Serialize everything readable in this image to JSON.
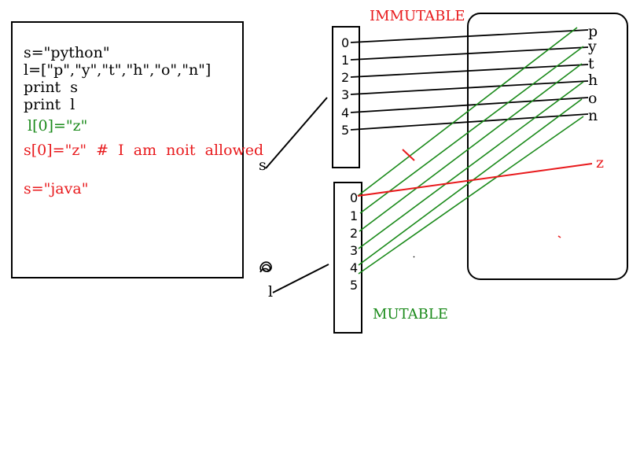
{
  "code": {
    "line1": "s=\"python\"",
    "line2": "l=[\"p\",\"y\",\"t\",\"h\",\"o\",\"n\"]",
    "line3": "print  s",
    "line4": "print  l",
    "line5": "l[0]=\"z\"",
    "line6": "s[0]=\"z\"  #  I  am  noit  allowed",
    "line7": "s=\"java\""
  },
  "labels": {
    "immutable": "IMMUTABLE",
    "mutable": "MUTABLE",
    "s_var": "s",
    "l_var": "l"
  },
  "s_indices": [
    "0",
    "1",
    "2",
    "3",
    "4",
    "5"
  ],
  "l_indices": [
    "0",
    "1",
    "2",
    "3",
    "4",
    "5"
  ],
  "heap_chars": [
    "p",
    "y",
    "t",
    "h",
    "o",
    "n"
  ],
  "new_char": "z",
  "colors": {
    "black": "#000000",
    "red": "#e8191c",
    "green": "#1a8a1a"
  }
}
